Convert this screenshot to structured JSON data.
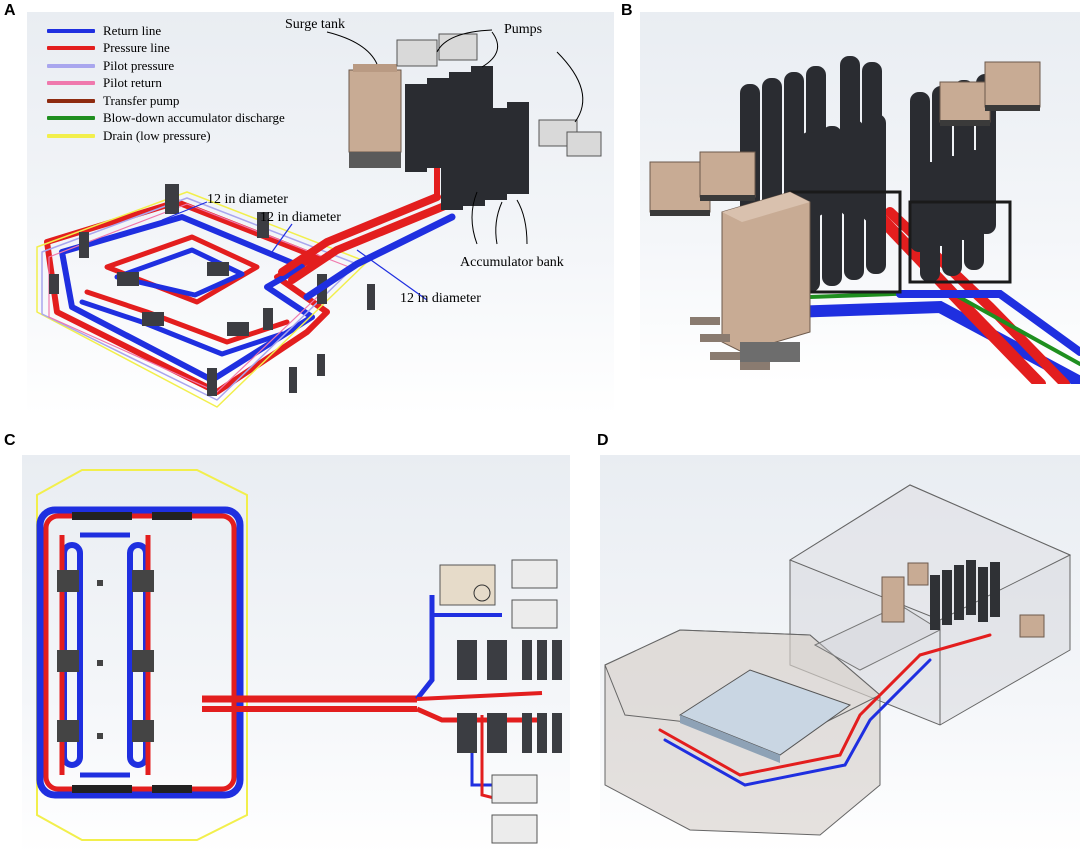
{
  "panels": {
    "a": {
      "label": "A",
      "legend": [
        {
          "label": "Return line",
          "color": "#1f2fe0"
        },
        {
          "label": "Pressure line",
          "color": "#e31e1e"
        },
        {
          "label": "Pilot pressure",
          "color": "#a9a6ee"
        },
        {
          "label": "Pilot return",
          "color": "#ef79ad"
        },
        {
          "label": "Transfer pump",
          "color": "#8e2b10"
        },
        {
          "label": "Blow-down accumulator discharge",
          "color": "#1f8f1f"
        },
        {
          "label": "Drain (low pressure)",
          "color": "#f2ef4c"
        }
      ],
      "annotations": {
        "surge_tank": "Surge tank",
        "pumps": "Pumps",
        "diameter_1": "12 in diameter",
        "diameter_2": "12 in diameter",
        "diameter_3": "12 in diameter",
        "accumulator_bank": "Accumulator bank"
      }
    },
    "b": {
      "label": "B"
    },
    "c": {
      "label": "C"
    },
    "d": {
      "label": "D"
    }
  },
  "colors": {
    "return": "#1f2fe0",
    "pressure": "#e31e1e",
    "accumulator": "#2a2c31",
    "tank": "#c8ab94",
    "frame": "#3a3a3a"
  }
}
